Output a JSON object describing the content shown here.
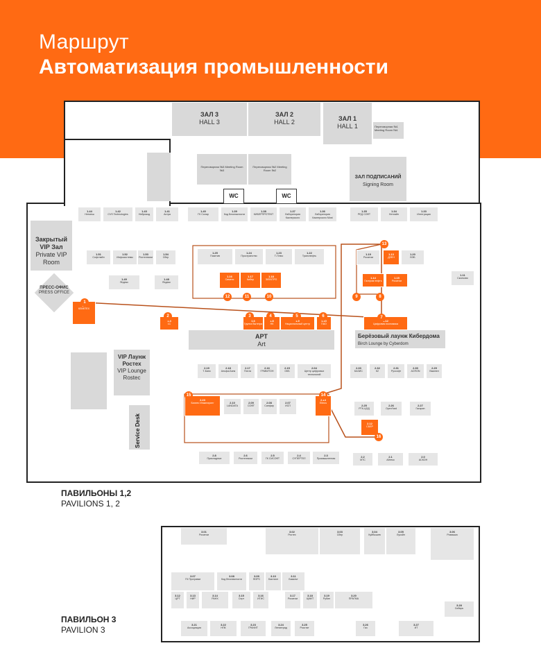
{
  "header": {
    "title_small": "Маршрут",
    "title_big": "Автоматизация промышленности",
    "bg_color": "#ff6a13"
  },
  "halls": {
    "hall3_ru": "ЗАЛ 3",
    "hall3_en": "HALL 3",
    "hall2_ru": "ЗАЛ 2",
    "hall2_en": "HALL 2",
    "hall1_ru": "ЗАЛ 1",
    "hall1_en": "HALL 1",
    "meeting1": "Переговорная №1 Meeting Room №1",
    "meeting2": "Переговорная №2 Meeting Room №2",
    "meeting3": "Переговорная №3 Meeting Room №3",
    "signing_ru": "ЗАЛ ПОДПИСАНИЙ",
    "signing_en": "Signing Room",
    "vip_ru": "Закрытый VIP Зал",
    "vip_en": "Private VIP Room",
    "press_ru": "ПРЕСС-ОФИС",
    "press_en": "PRESS OFFICE",
    "art_ru": "АРТ",
    "art_en": "Art",
    "birch_ru": "Берёзовый лаунж Кибердома",
    "birch_en": "Birch Lounge by Cyberdom",
    "viprostec_ru": "VIP Лаунж Ростех",
    "viprostec_en": "VIP Lounge Rostec",
    "service": "Service Desk",
    "wc": "WC"
  },
  "pavilions": {
    "p12_ru": "ПАВИЛЬОНЫ 1,2",
    "p12_en": "PAVILIONS 1, 2",
    "p3_ru": "ПАВИЛЬОН 3",
    "p3_en": "PAVILION 3"
  },
  "route_points": [
    "1",
    "2",
    "3",
    "4",
    "5",
    "6",
    "7",
    "8",
    "9",
    "10",
    "11",
    "12",
    "13",
    "14",
    "15",
    "16"
  ],
  "stands_top": [
    {
      "n": "1.44",
      "t": "Нетмеш"
    },
    {
      "n": "1.42",
      "t": "CVS Technologies"
    },
    {
      "n": "1.43",
      "t": "Нейрокод"
    },
    {
      "n": "1.41",
      "t": "Астра"
    },
    {
      "n": "1.40",
      "t": "ГК Солар"
    },
    {
      "n": "1.39",
      "t": "Код Безопасности"
    },
    {
      "n": "1.38",
      "t": "КИБЕРПРОТЕКТ"
    },
    {
      "n": "1.37",
      "t": "Лаборатория Касперского"
    },
    {
      "n": "1.36",
      "t": "Лаборатория Касперского Most"
    },
    {
      "n": "1.35",
      "t": "РЕД СОФТ"
    },
    {
      "n": "1.34",
      "t": "Нетлайн"
    },
    {
      "n": "1.33",
      "t": "Интеграция"
    }
  ],
  "stands_orange": [
    {
      "n": "1.1",
      "t": "КЛИКТЕХ"
    },
    {
      "n": "1.4",
      "t": "1С"
    },
    {
      "n": "1.6",
      "t": "Группа Вытегра"
    },
    {
      "n": "1.8",
      "t": "НК"
    },
    {
      "n": "1.9",
      "t": "Национальный центр"
    },
    {
      "n": "1.10",
      "t": "ПАО"
    },
    {
      "n": "1.12",
      "t": "Цифровая экономика"
    },
    {
      "n": "1.16",
      "t": "Сименс"
    },
    {
      "n": "1.17",
      "t": "Кибер"
    },
    {
      "n": "1.18",
      "t": "ЭЛЕКТРО"
    },
    {
      "n": "1.13",
      "t": "ДЗЕН"
    },
    {
      "n": "1.14",
      "t": "Газпром нефть"
    },
    {
      "n": "1.15",
      "t": "Росатом"
    },
    {
      "n": "2.14",
      "t": "Elbrus"
    },
    {
      "n": "2.23",
      "t": "Бизнес Инжиниринг"
    },
    {
      "n": "2.12",
      "t": "СБЕР"
    }
  ],
  "stands_mid": [
    {
      "n": "1.51",
      "t": "Софтлайн"
    },
    {
      "n": "1.52",
      "t": "Инфосистемы"
    },
    {
      "n": "1.53",
      "t": "Ростелеком"
    },
    {
      "n": "1.54",
      "t": "Сбер"
    },
    {
      "n": "1.49",
      "t": "Яндекс"
    },
    {
      "n": "1.48",
      "t": "Яндекс"
    },
    {
      "n": "1.25",
      "t": "Позитив"
    },
    {
      "n": "1.24",
      "t": "Пространство"
    },
    {
      "n": "1.23",
      "t": "Т-Плюс"
    },
    {
      "n": "1.22",
      "t": "Транснефть"
    },
    {
      "n": "1.19",
      "t": "Росатом"
    },
    {
      "n": "1.20",
      "t": "ВЭБ"
    },
    {
      "n": "1.11",
      "t": "Сколково"
    }
  ],
  "stands_lower": [
    {
      "n": "2.19",
      "t": "Т-Банк"
    },
    {
      "n": "2.18",
      "t": "Альфа-Банк"
    },
    {
      "n": "2.17",
      "t": "Почта"
    },
    {
      "n": "2.16",
      "t": "ГРАВИТОН"
    },
    {
      "n": "2.15",
      "t": "ОКБ"
    },
    {
      "n": "2.04",
      "t": "Центр цифровых технологий"
    },
    {
      "n": "2.33",
      "t": "БАЗИС"
    },
    {
      "n": "2.32",
      "t": "К2"
    },
    {
      "n": "2.31",
      "t": "Руссофт"
    },
    {
      "n": "2.30",
      "t": "ACRON"
    },
    {
      "n": "2.29",
      "t": "Вымпел"
    },
    {
      "n": "2.10",
      "t": "LANDATA"
    },
    {
      "n": "2.09",
      "t": "СОФТ"
    },
    {
      "n": "2.08",
      "t": "Сапфир"
    },
    {
      "n": "2.07",
      "t": "ИСП"
    },
    {
      "n": "2.25",
      "t": "РТК-ЦОД"
    },
    {
      "n": "2.26",
      "t": "OpenYard"
    },
    {
      "n": "2.27",
      "t": "Гагарин"
    },
    {
      "n": "2.8",
      "t": "Прикладные"
    },
    {
      "n": "2.6",
      "t": "Ростелеком"
    },
    {
      "n": "2.5",
      "t": "ГК СИСОФТ"
    },
    {
      "n": "2.4",
      "t": "СУПЕРТЕЛ"
    },
    {
      "n": "2.3",
      "t": "Промышленная"
    },
    {
      "n": "2.2",
      "t": "МТС"
    },
    {
      "n": "2.1",
      "t": "Айтеко"
    },
    {
      "n": "2.0",
      "t": "АСКОН"
    }
  ],
  "stands_pav3": [
    {
      "n": "3.01",
      "t": "Росатом"
    },
    {
      "n": "3.02",
      "t": "Ростех"
    },
    {
      "n": "3.03",
      "t": "Сбер"
    },
    {
      "n": "3.04",
      "t": "Куйбышев"
    },
    {
      "n": "3.05",
      "t": "Лукойл"
    },
    {
      "n": "3.06",
      "t": "Ромашка"
    },
    {
      "n": "3.07",
      "t": "ГК Программ"
    },
    {
      "n": "3.08",
      "t": "Код безопасности"
    },
    {
      "n": "3.09",
      "t": "ФОРС"
    },
    {
      "n": "3.10",
      "t": "Бастион"
    },
    {
      "n": "3.11",
      "t": "Базальт"
    },
    {
      "n": "3.12",
      "t": "ЦРТ"
    },
    {
      "n": "3.13",
      "t": "НИР"
    },
    {
      "n": "3.14",
      "t": "РАНХ"
    },
    {
      "n": "3.15",
      "t": "Серт"
    },
    {
      "n": "3.16",
      "t": "ИТИС"
    },
    {
      "n": "3.17",
      "t": "Росатом"
    },
    {
      "n": "3.18",
      "t": "ЦМИТ"
    },
    {
      "n": "3.19",
      "t": "Рубин"
    },
    {
      "n": "3.20",
      "t": "ПРАГМА"
    },
    {
      "n": "3.21",
      "t": "Ассоциация"
    },
    {
      "n": "3.22",
      "t": "НПК"
    },
    {
      "n": "3.23",
      "t": "ГРАНИТ"
    },
    {
      "n": "3.24",
      "t": "Ленинград"
    },
    {
      "n": "3.25",
      "t": "Росстат"
    },
    {
      "n": "3.26",
      "t": "Газ"
    },
    {
      "n": "3.27",
      "t": "ИТ"
    },
    {
      "n": "3.28",
      "t": "Сибирь"
    }
  ]
}
